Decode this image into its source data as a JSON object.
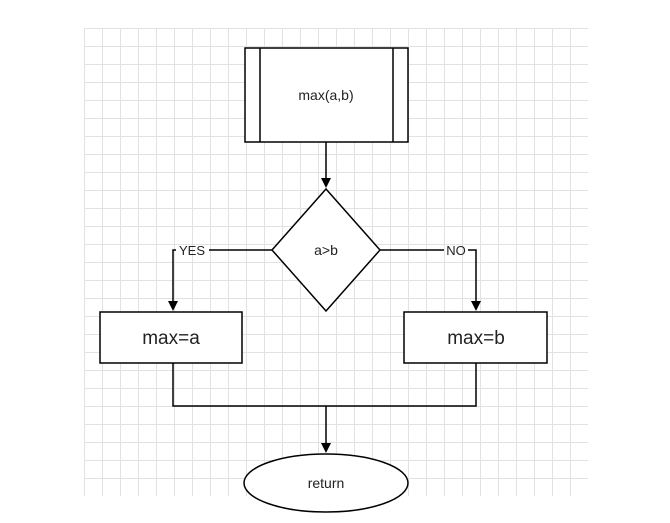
{
  "diagram": {
    "type": "flowchart",
    "nodes": {
      "start": {
        "shape": "predefined-process",
        "label": "max(a,b)"
      },
      "decision": {
        "shape": "diamond",
        "label": "a>b"
      },
      "yes_branch": {
        "shape": "rectangle",
        "label": "max=a"
      },
      "no_branch": {
        "shape": "rectangle",
        "label": "max=b"
      },
      "end": {
        "shape": "ellipse",
        "label": "return"
      }
    },
    "edges": {
      "yes_label": "YES",
      "no_label": "NO"
    },
    "colors": {
      "stroke": "#000000",
      "grid": "#e2e2e2",
      "background": "#ffffff"
    }
  }
}
